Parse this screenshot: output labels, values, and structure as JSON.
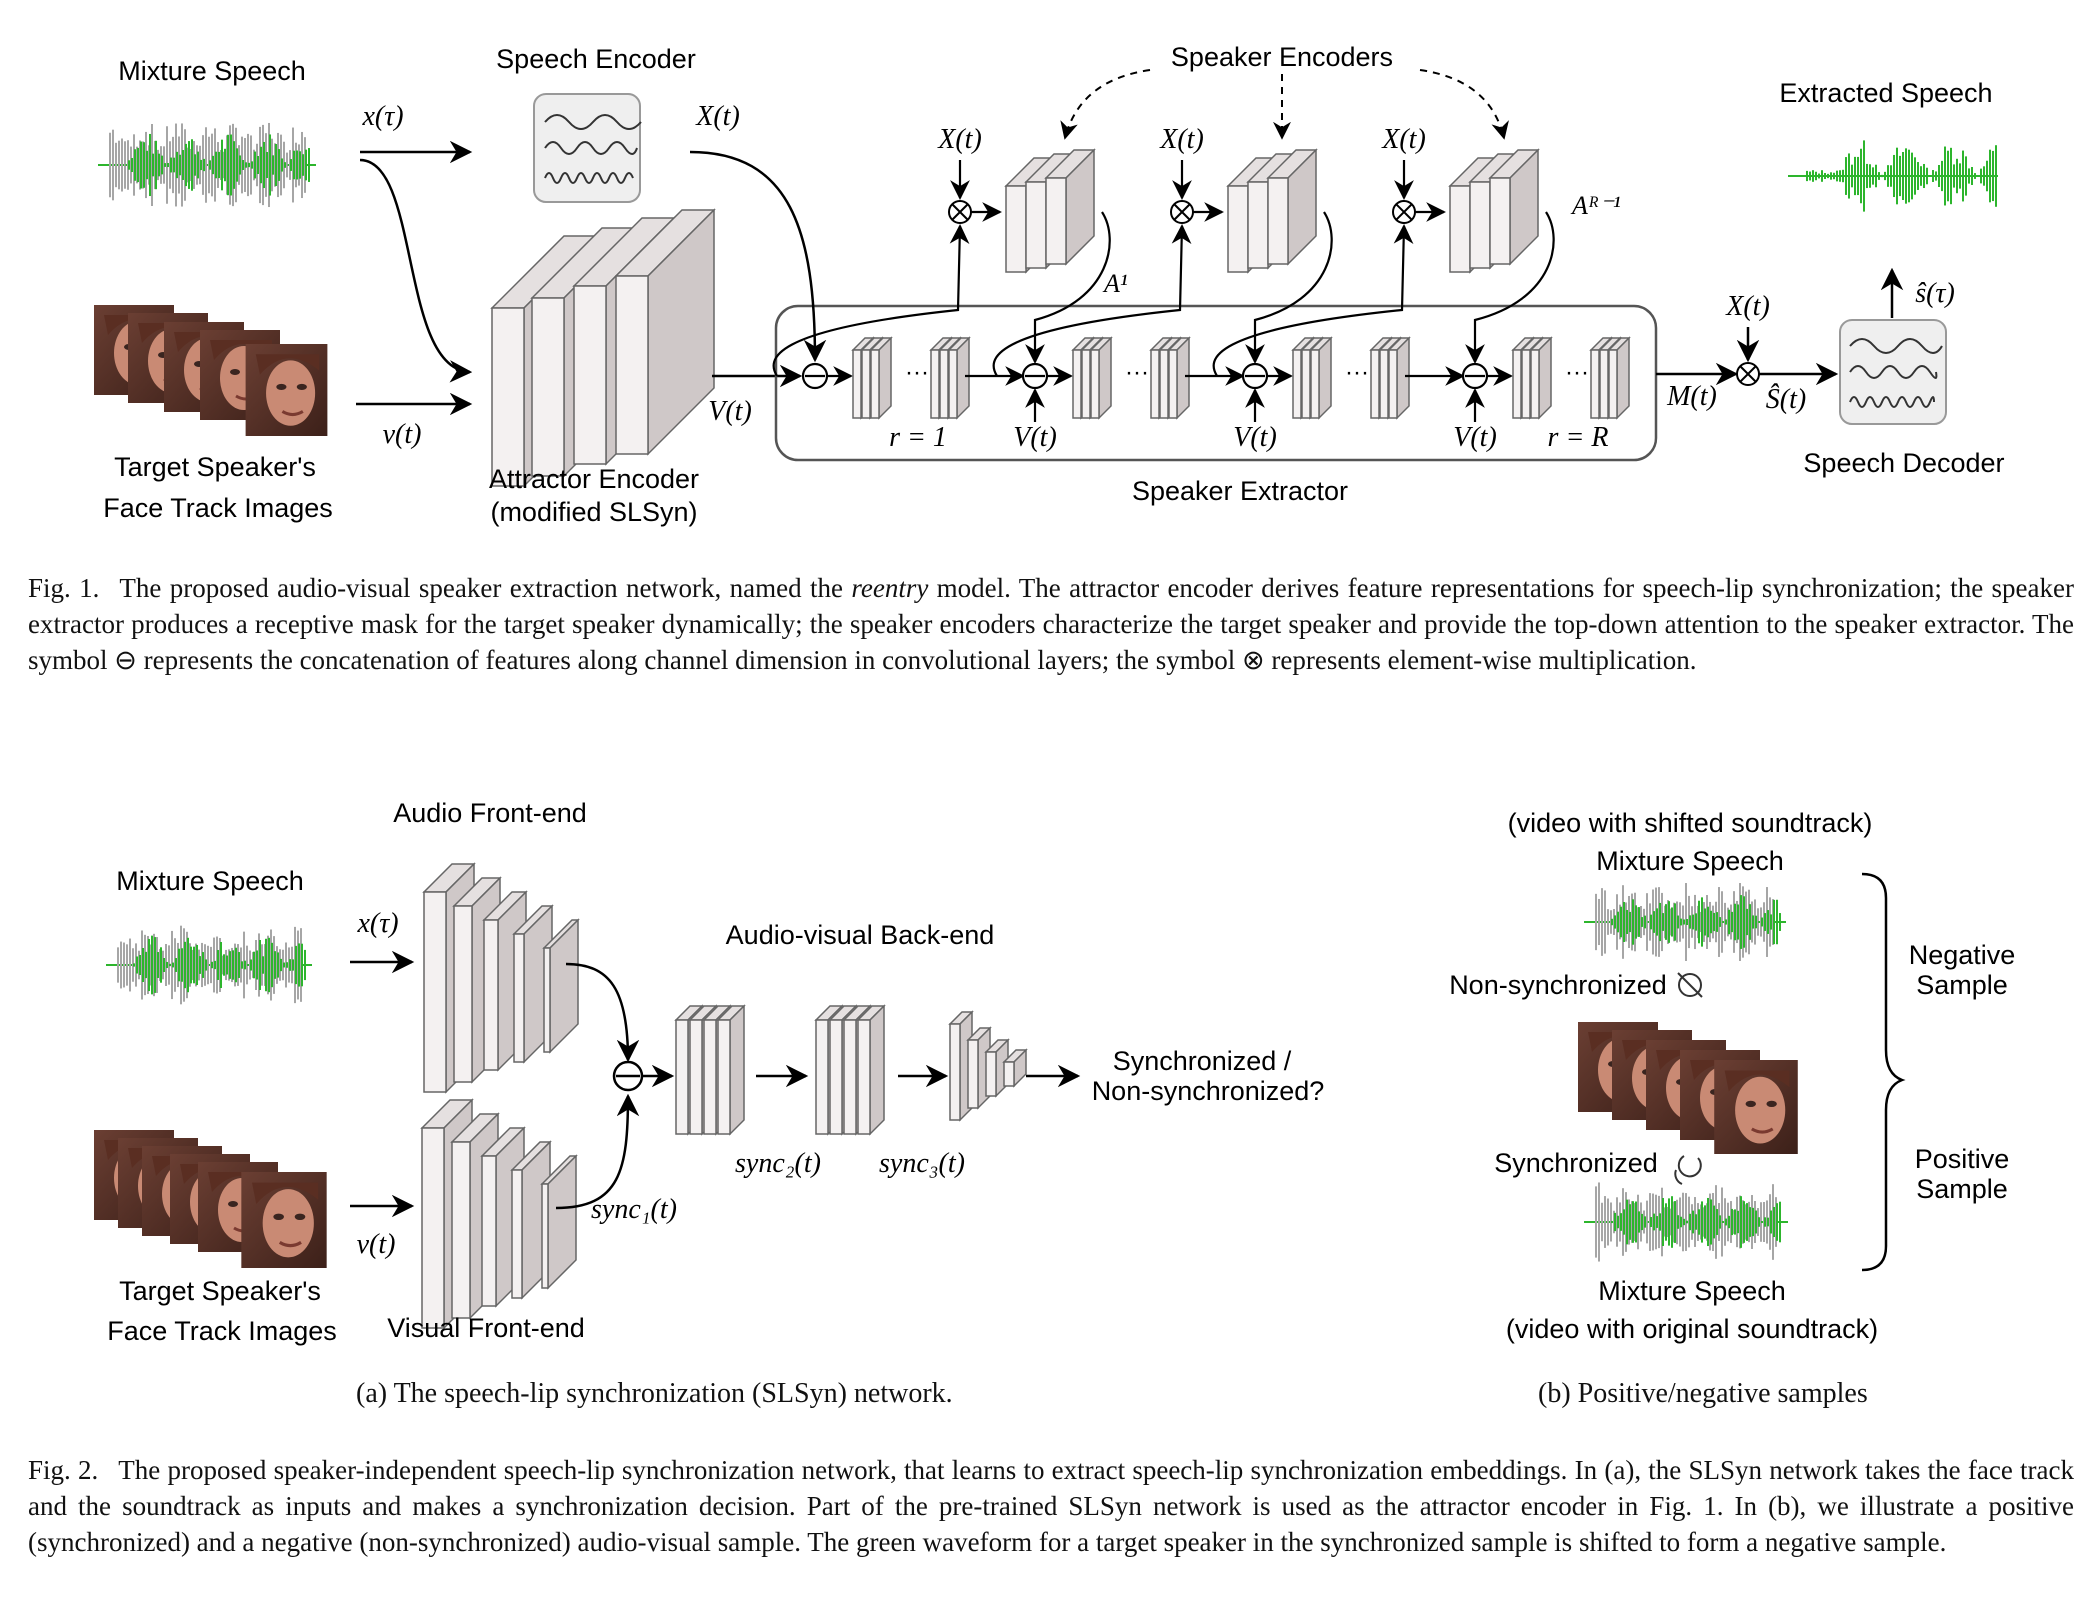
{
  "fig1": {
    "mixture_speech": "Mixture Speech",
    "speech_encoder": "Speech Encoder",
    "speaker_encoders": "Speaker Encoders",
    "extracted_speech": "Extracted Speech",
    "x_tau": "x(τ)",
    "X_t": "X(t)",
    "v_t": "v(t)",
    "V_t": "V(t)",
    "M_t": "M(t)",
    "S_hat_t": "Ŝ(t)",
    "s_hat_tau": "ŝ(τ)",
    "A1": "A¹",
    "AR1": "Aᴿ⁻¹",
    "r1": "r = 1",
    "rR": "r = R",
    "target_speaker_line1": "Target Speaker's",
    "target_speaker_line2": "Face Track Images",
    "attractor_line1": "Attractor Encoder",
    "attractor_line2": "(modified SLSyn)",
    "speaker_extractor": "Speaker Extractor",
    "speech_decoder": "Speech Decoder",
    "caption_num": "Fig. 1.",
    "caption_pre": "The proposed audio-visual speaker extraction network, named the ",
    "caption_em": "reentry",
    "caption_post": " model. The attractor encoder derives feature representations for speech-lip synchronization; the speaker extractor produces a receptive mask for the target speaker dynamically; the speaker encoders characterize the target speaker and provide the top-down attention to the speaker extractor. The symbol ⊖ represents the concatenation of features along channel dimension in convolutional layers; the symbol ⊗ represents element-wise multiplication."
  },
  "fig2a": {
    "audio_frontend": "Audio Front-end",
    "mixture_speech": "Mixture Speech",
    "x_tau": "x(τ)",
    "av_backend": "Audio-visual Back-end",
    "sync_question_line1": "Synchronized /",
    "sync_question_line2": "Non-synchronized?",
    "sync1": "sync₁(t)",
    "sync2": "sync₂(t)",
    "sync3": "sync₃(t)",
    "v_t": "v(t)",
    "target_speaker_line1": "Target Speaker's",
    "target_speaker_line2": "Face Track Images",
    "visual_frontend": "Visual Front-end",
    "subcaption": "(a) The speech-lip synchronization (SLSyn) network."
  },
  "fig2b": {
    "shifted": "(video with shifted soundtrack)",
    "mixture_speech_top": "Mixture Speech",
    "non_synchronized": "Non-synchronized",
    "negative_line1": "Negative",
    "negative_line2": "Sample",
    "synchronized": "Synchronized",
    "positive_line1": "Positive",
    "positive_line2": "Sample",
    "mixture_speech_bottom": "Mixture Speech",
    "original": "(video with original soundtrack)",
    "subcaption": "(b) Positive/negative samples"
  },
  "fig2_caption": {
    "num": "Fig. 2.",
    "text": "The proposed speaker-independent speech-lip synchronization network, that learns to extract speech-lip synchronization embeddings. In (a), the SLSyn network takes the face track and the soundtrack as inputs and makes a synchronization decision. Part of the pre-trained SLSyn network is used as the attractor encoder in Fig. 1. In (b), we illustrate a positive (synchronized) and a negative (non-synchronized) audio-visual sample. The green waveform for a target speaker in the synchronized sample is shifted to form a negative sample."
  },
  "colors": {
    "wave_green": "#2db52d",
    "wave_gray": "#a6a6a6",
    "block_face": "#f4f1f1",
    "block_side": "#cfc8c8",
    "face_skin": "#b07a68"
  },
  "icons": [
    "waveform-icon",
    "speech-encoder-icon",
    "speech-decoder-icon",
    "concat-icon",
    "multiply-icon",
    "face-image-icon",
    "no-sync-icon",
    "sync-icon",
    "brace-icon"
  ]
}
